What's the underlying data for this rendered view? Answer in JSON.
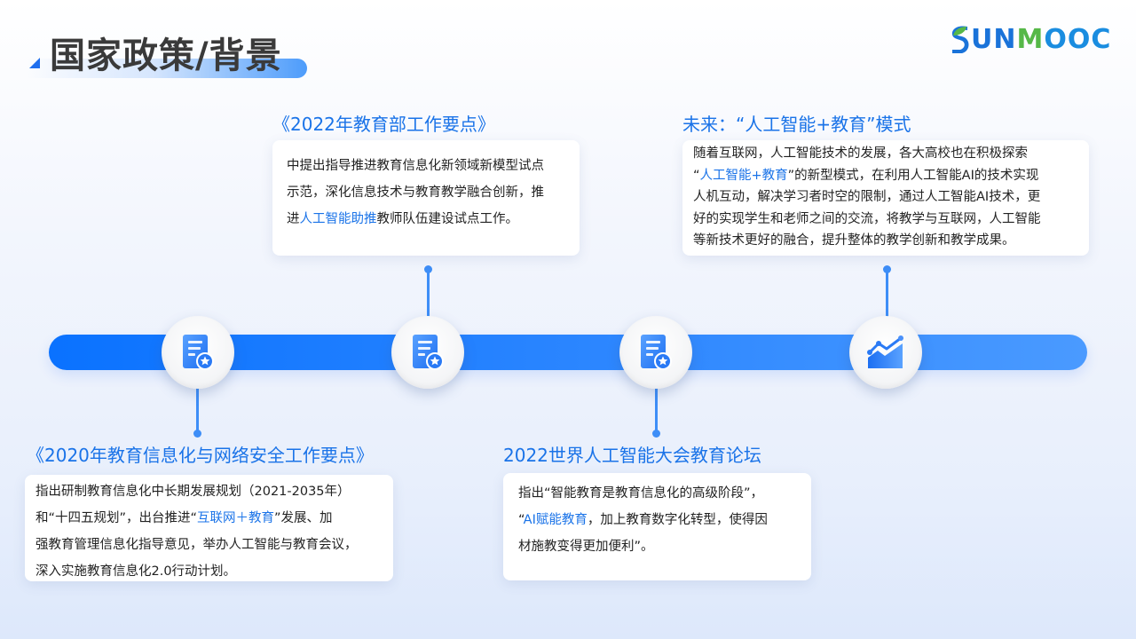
{
  "header": {
    "title": "国家政策/背景",
    "logo": {
      "part1": "S",
      "part2": "UN",
      "part3": "M",
      "part4": "OOC",
      "full": "SUNMOOC"
    }
  },
  "colors": {
    "accent": "#1a73e8",
    "timeline_start": "#0a72ff",
    "timeline_end": "#4a9aff",
    "title_text": "#3a3a3a"
  },
  "timeline": {
    "nodes": [
      {
        "icon": "document-star-icon"
      },
      {
        "icon": "document-star-icon"
      },
      {
        "icon": "document-star-icon"
      },
      {
        "icon": "trend-chart-icon"
      }
    ]
  },
  "items": [
    {
      "heading": "《2020年教育信息化与网络安全工作要点》",
      "lines": [
        {
          "pre": "指出研制教育信息化中长期发展规划（2021-2035年）",
          "hl": "",
          "post": ""
        },
        {
          "pre": "和“十四五规划”，出台推进“",
          "hl": "互联网＋教育",
          "post": "”发展、加"
        },
        {
          "pre": "强教育管理信息化指导意见，举办人工智能与教育会议，",
          "hl": "",
          "post": ""
        },
        {
          "pre": "深入实施教育信息化2.0行动计划。",
          "hl": "",
          "post": ""
        }
      ]
    },
    {
      "heading": "《2022年教育部工作要点》",
      "lines": [
        {
          "pre": "中提出指导推进教育信息化新领域新模型试点",
          "hl": "",
          "post": ""
        },
        {
          "pre": "示范，深化信息技术与教育教学融合创新，推",
          "hl": "",
          "post": ""
        },
        {
          "pre": "进",
          "hl": "人工智能助推",
          "post": "教师队伍建设试点工作。"
        }
      ]
    },
    {
      "heading": "2022世界人工智能大会教育论坛",
      "lines": [
        {
          "pre": "指出“智能教育是教育信息化的高级阶段”，",
          "hl": "",
          "post": ""
        },
        {
          "pre": "“",
          "hl": "AI赋能教育",
          "post": "，加上教育数字化转型，使得因"
        },
        {
          "pre": "材施教变得更加便利”。",
          "hl": "",
          "post": ""
        }
      ]
    },
    {
      "heading": "未来：“人工智能+教育”模式",
      "lines": [
        {
          "pre": "随着互联网，人工智能技术的发展，各大高校也在积极探索",
          "hl": "",
          "post": ""
        },
        {
          "pre": "“",
          "hl": "人工智能+教育",
          "post": "”的新型模式，在利用人工智能AI的技术实现"
        },
        {
          "pre": "人机互动，解决学习者时空的限制，通过人工智能AI技术，更",
          "hl": "",
          "post": ""
        },
        {
          "pre": "好的实现学生和老师之间的交流，将教学与互联网，人工智能",
          "hl": "",
          "post": ""
        },
        {
          "pre": "等新技术更好的融合，提升整体的教学创新和教学成果。",
          "hl": "",
          "post": ""
        }
      ]
    }
  ]
}
